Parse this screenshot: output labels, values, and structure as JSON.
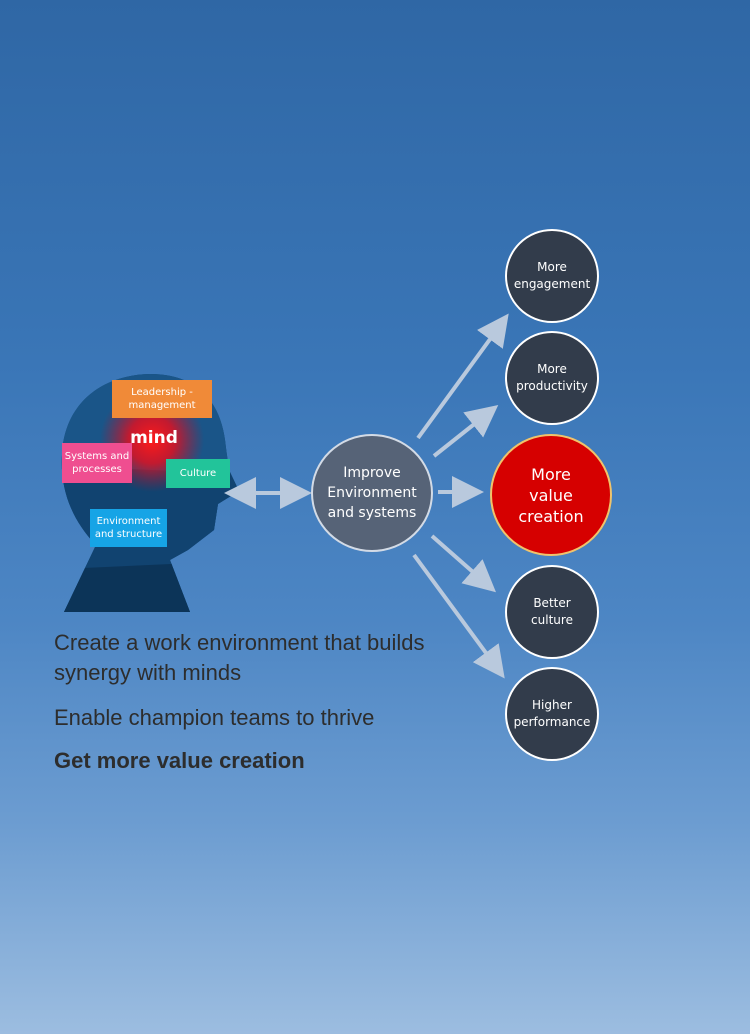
{
  "head": {
    "leadership_label": "Leadership -\nmanagement",
    "systems_label": "Systems and\nprocesses",
    "culture_label": "Culture",
    "environment_label": "Environment\nand structure",
    "mind_label": "mind"
  },
  "center_node": {
    "label": "Improve\nEnvironment\nand systems"
  },
  "outcomes": {
    "engagement": "More\nengagement",
    "productivity": "More\nproductivity",
    "value": "More\nvalue\ncreation",
    "culture": "Better\nculture",
    "performance": "Higher\nperformance"
  },
  "taglines": {
    "line1": "Create a work environment that builds synergy with minds",
    "line2": "Enable champion teams to thrive",
    "line3": "Get more value creation"
  },
  "colors": {
    "leadership": "#f08a38",
    "systems": "#ef4e90",
    "culture": "#22c49a",
    "environment": "#16a4e6",
    "highlight": "#d60000",
    "node": "#323c4b"
  }
}
